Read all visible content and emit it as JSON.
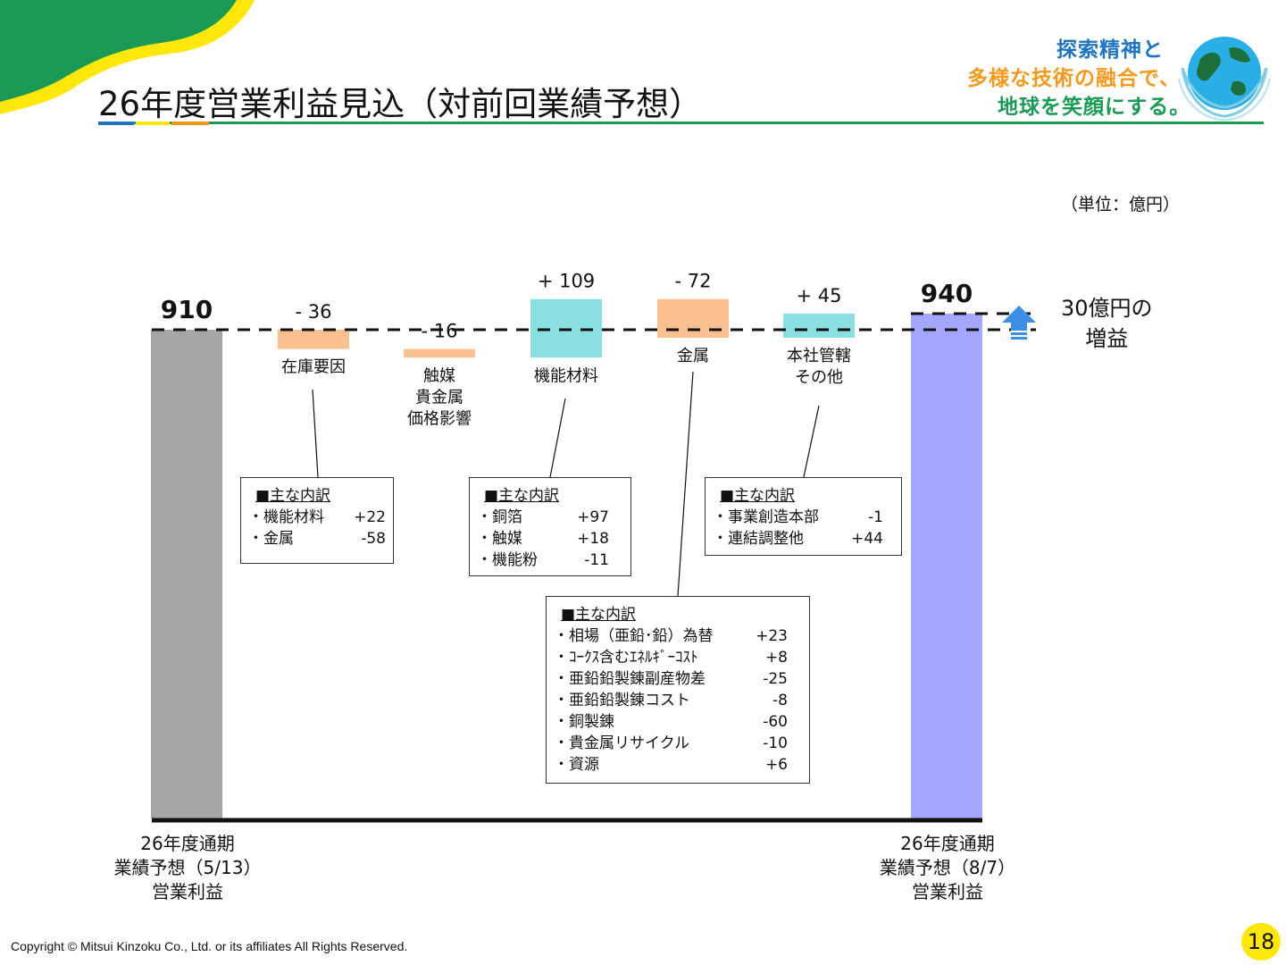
{
  "header": {
    "title": "26年度営業利益見込（対前回業績予想）",
    "slogan_line1": "探索精神と",
    "slogan_line2": "多様な技術の融合で、",
    "slogan_line3": "地球を笑顔にする。",
    "colors": {
      "green": "#1a9a54",
      "yellow": "#ffe70a",
      "blue": "#1f74c2",
      "orange": "#f39a1e"
    }
  },
  "unit_label": "（単位：億円）",
  "increase_note": {
    "line1": "30億円の",
    "line2": "増益",
    "icon": "up-arrow-icon"
  },
  "chart_data": {
    "type": "bar",
    "subtype": "waterfall",
    "start": {
      "value": 910,
      "value_label": "910",
      "label_lines": [
        "26年度通期",
        "業績予想（5/13）",
        "営業利益"
      ],
      "color": "#a6a6a6"
    },
    "end": {
      "value": 940,
      "value_label": "940",
      "label_lines": [
        "26年度通期",
        "業績予想（8/7）",
        "営業利益"
      ],
      "color": "#a5a6fe"
    },
    "steps": [
      {
        "category_lines": [
          "在庫要因"
        ],
        "delta": -36,
        "delta_label": "- 36",
        "color": "#fac090"
      },
      {
        "category_lines": [
          "触媒",
          "貴金属",
          "価格影響"
        ],
        "delta": -16,
        "delta_label": "- 16",
        "color": "#fac090"
      },
      {
        "category_lines": [
          "機能材料"
        ],
        "delta": 109,
        "delta_label": "+ 109",
        "color": "#8adfe0"
      },
      {
        "category_lines": [
          "金属"
        ],
        "delta": -72,
        "delta_label": "- 72",
        "color": "#fac090"
      },
      {
        "category_lines": [
          "本社管轄",
          "その他"
        ],
        "delta": 45,
        "delta_label": "+ 45",
        "color": "#8adfe0"
      }
    ],
    "reference_line": {
      "value": 910,
      "style": "dashed"
    }
  },
  "breakdowns": [
    {
      "header": "■主な内訳",
      "items": [
        {
          "name": "・機能材料",
          "value": "+22"
        },
        {
          "name": "・金属",
          "value": "-58"
        }
      ]
    },
    {
      "header": "■主な内訳",
      "items": [
        {
          "name": "・銅箔",
          "value": "+97"
        },
        {
          "name": "・触媒",
          "value": "+18"
        },
        {
          "name": "・機能粉",
          "value": "-11"
        }
      ]
    },
    {
      "header": "■主な内訳",
      "items": [
        {
          "name": "・相場（亜鉛･鉛）為替",
          "value": "+23"
        },
        {
          "name": "・ｺｰｸｽ含むｴﾈﾙｷﾞｰｺｽﾄ",
          "value": "+8"
        },
        {
          "name": "・亜鉛鉛製錬副産物差",
          "value": "-25"
        },
        {
          "name": "・亜鉛鉛製錬コスト",
          "value": "-8"
        },
        {
          "name": "・銅製錬",
          "value": "-60"
        },
        {
          "name": "・貴金属リサイクル",
          "value": "-10"
        },
        {
          "name": "・資源",
          "value": "+6"
        }
      ]
    },
    {
      "header": "■主な内訳",
      "items": [
        {
          "name": "・事業創造本部",
          "value": "-1"
        },
        {
          "name": "・連結調整他",
          "value": "+44"
        }
      ]
    }
  ],
  "footer": {
    "copyright": "Copyright © Mitsui Kinzoku Co., Ltd. or its affiliates All Rights Reserved.",
    "page_number": "18"
  }
}
